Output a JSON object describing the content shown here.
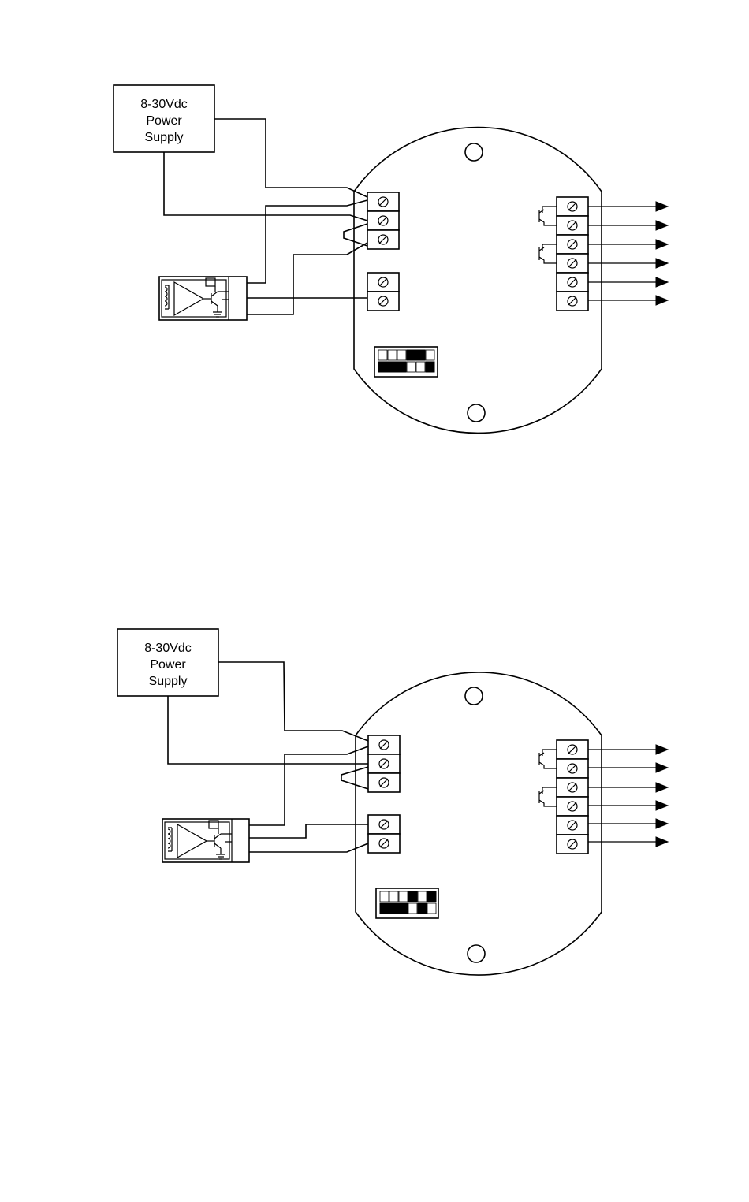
{
  "diagrams": [
    {
      "power_supply_lines": [
        "8-30Vdc",
        "Power",
        "Supply"
      ],
      "dip_switch": {
        "top_row": [
          0,
          0,
          0,
          1,
          1,
          0
        ],
        "bottom_row": [
          1,
          1,
          1,
          0,
          0,
          1
        ]
      }
    },
    {
      "power_supply_lines": [
        "8-30Vdc",
        "Power",
        "Supply"
      ],
      "dip_switch": {
        "top_row": [
          0,
          0,
          0,
          1,
          0,
          1
        ],
        "bottom_row": [
          1,
          1,
          1,
          0,
          1,
          0
        ]
      }
    }
  ]
}
